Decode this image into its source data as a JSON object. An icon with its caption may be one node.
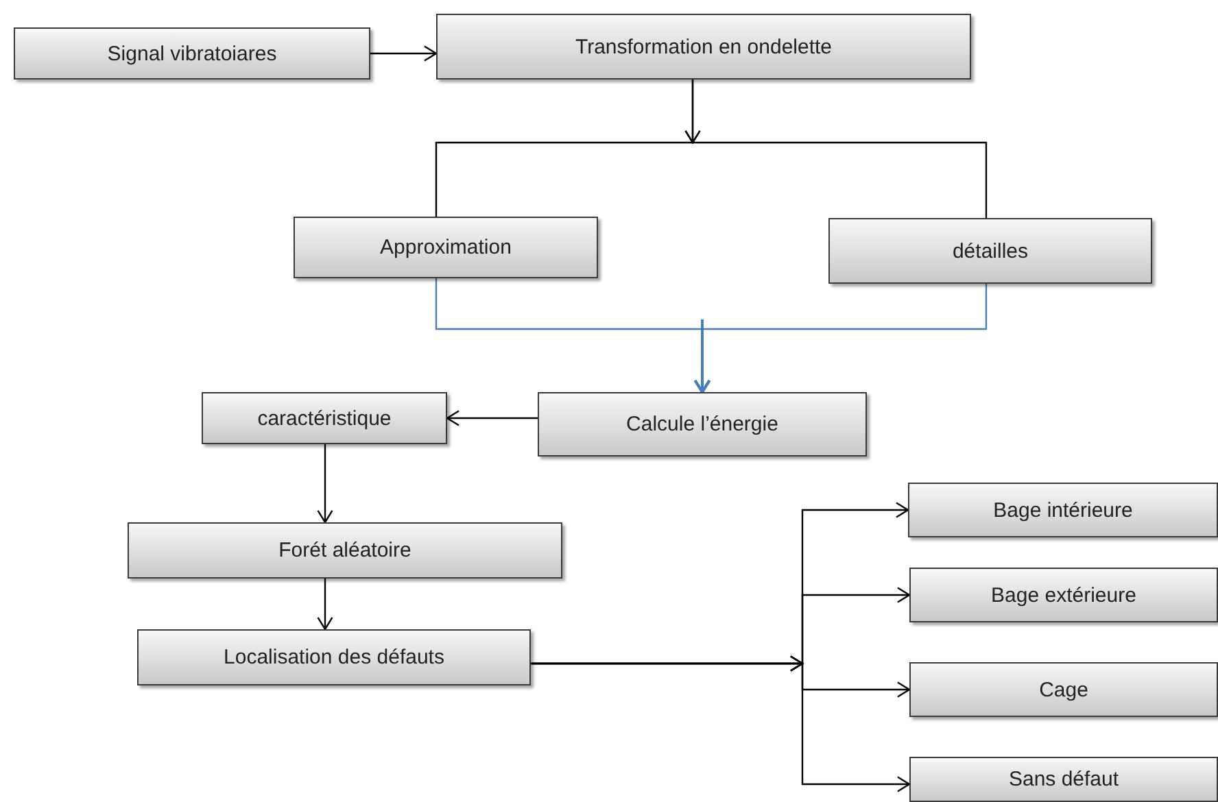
{
  "diagram": {
    "nodes": [
      {
        "text": [
          "Signal vibratoiares"
        ]
      },
      {
        "text": [
          "Transformation en ondelette"
        ]
      },
      {
        "text": [
          "Approximation"
        ]
      },
      {
        "text": [
          "détailles"
        ]
      },
      {
        "text": [
          "Calcule l’énergie"
        ]
      },
      {
        "text": [
          "caractéristique"
        ]
      },
      {
        "text": [
          "Forét aléatoire"
        ]
      },
      {
        "text": [
          "Localisation des défauts"
        ]
      },
      {
        "text": [
          "Bage intérieure"
        ]
      },
      {
        "text": [
          "Bage extérieure"
        ]
      },
      {
        "text": [
          "Cage"
        ]
      },
      {
        "text": [
          "Sans défaut"
        ]
      }
    ],
    "edges": [
      {
        "from": 0,
        "to": 1,
        "arrow": "to"
      },
      {
        "from": 1,
        "to": 2,
        "arrow": "to"
      },
      {
        "from": 1,
        "to": 3,
        "arrow": "to"
      },
      {
        "from": 2,
        "to": 4,
        "arrow": "to",
        "color": "#4a7ebb"
      },
      {
        "from": 3,
        "to": 4,
        "arrow": "to",
        "color": "#4a7ebb"
      },
      {
        "from": 4,
        "to": 5,
        "arrow": "to"
      },
      {
        "from": 5,
        "to": 6,
        "arrow": "to"
      },
      {
        "from": 6,
        "to": 7,
        "arrow": "to"
      },
      {
        "from": 7,
        "to": 8,
        "arrow": "to"
      },
      {
        "from": 7,
        "to": 9,
        "arrow": "to"
      },
      {
        "from": 7,
        "to": 10,
        "arrow": "to"
      },
      {
        "from": 7,
        "to": 11,
        "arrow": "to"
      }
    ]
  }
}
